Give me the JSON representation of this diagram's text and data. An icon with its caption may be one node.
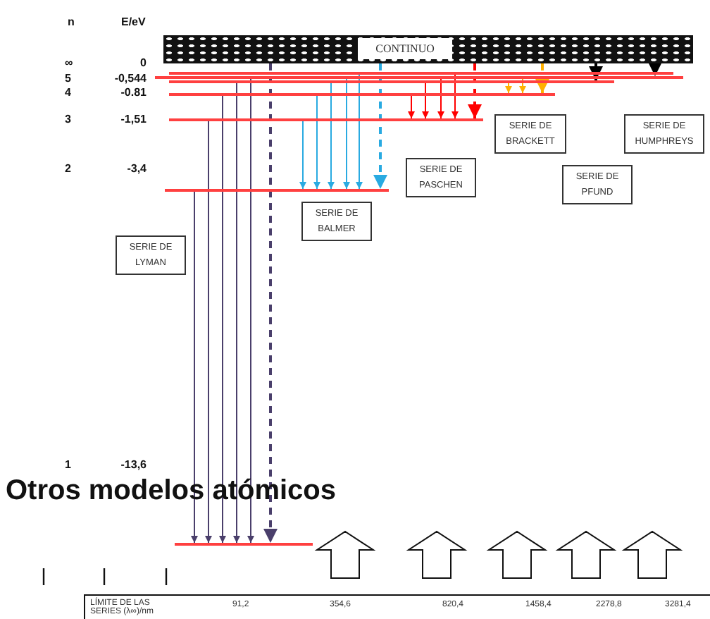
{
  "diagram": {
    "title": "Otros modelos atómicos",
    "nodes": [
      {
        "text": [
          "CONTINUO"
        ]
      },
      {
        "text": [],
        "shape": "bar"
      },
      {
        "text": [],
        "shape": "bar"
      },
      {
        "text": [],
        "shape": "bar"
      },
      {
        "text": [],
        "shape": "bar"
      },
      {
        "text": [],
        "shape": "bar"
      },
      {
        "text": [
          "SERIE DE BRACKETT"
        ]
      },
      {
        "text": [
          "SERIE DE HUMPHREYS"
        ]
      },
      {
        "text": [
          "SERIE DE PASCHEN"
        ]
      },
      {
        "text": [],
        "shape": "bar"
      },
      {
        "text": [
          "SERIE DE PFUND"
        ]
      },
      {
        "text": [
          "SERIE DE BALMER"
        ]
      },
      {
        "text": [
          "SERIE DE LYMAN"
        ]
      },
      {
        "text": [],
        "shape": "bar"
      }
    ],
    "edges": [
      {
        "from": 9,
        "to": 13,
        "arrow": "to",
        "color": "#4a3f6b"
      },
      {
        "from": 5,
        "to": 13,
        "arrow": "to",
        "color": "#4a3f6b"
      },
      {
        "from": 4,
        "to": 13,
        "arrow": "to",
        "color": "#4a3f6b"
      },
      {
        "from": 3,
        "to": 13,
        "arrow": "to",
        "color": "#4a3f6b"
      },
      {
        "from": 2,
        "to": 13,
        "arrow": "to",
        "color": "#4a3f6b"
      },
      {
        "from": 0,
        "to": 13,
        "arrow": "to",
        "style": "dashed",
        "color": "#4a3f6b"
      },
      {
        "from": 5,
        "to": 9,
        "arrow": "to",
        "color": "#29aae1"
      },
      {
        "from": 4,
        "to": 9,
        "arrow": "to",
        "color": "#29aae1"
      },
      {
        "from": 3,
        "to": 9,
        "arrow": "to",
        "color": "#29aae1"
      },
      {
        "from": 2,
        "to": 9,
        "arrow": "to",
        "color": "#29aae1"
      },
      {
        "from": 1,
        "to": 9,
        "arrow": "to",
        "color": "#29aae1"
      },
      {
        "from": 0,
        "to": 9,
        "arrow": "to",
        "style": "dashed",
        "color": "#29aae1"
      },
      {
        "from": 4,
        "to": 5,
        "arrow": "to",
        "color": "#ff0000"
      },
      {
        "from": 3,
        "to": 5,
        "arrow": "to",
        "color": "#ff0000"
      },
      {
        "from": 2,
        "to": 5,
        "arrow": "to",
        "color": "#ff0000"
      },
      {
        "from": 1,
        "to": 5,
        "arrow": "to",
        "color": "#ff0000"
      },
      {
        "from": 0,
        "to": 5,
        "arrow": "to",
        "style": "dashed",
        "color": "#ff0000"
      },
      {
        "from": 3,
        "to": 4,
        "arrow": "to",
        "color": "#ffb000"
      },
      {
        "from": 2,
        "to": 4,
        "arrow": "to",
        "color": "#ffb000"
      },
      {
        "from": 0,
        "to": 4,
        "arrow": "to",
        "style": "dashed",
        "color": "#ffb000"
      },
      {
        "from": 0,
        "to": 3,
        "arrow": "to",
        "style": "dashed",
        "color": "#000000"
      },
      {
        "from": 0,
        "to": 2,
        "arrow": "to",
        "style": "dashed",
        "color": "#000000"
      }
    ],
    "labels": [
      "n",
      "E/eV",
      "∞",
      "0",
      "5",
      "-0,544",
      "4",
      "-0.81",
      "3",
      "-1,51",
      "2",
      "-3,4",
      "1",
      "-13,6",
      "LÍMITE DE LAS SERIES (λ∞)/nm",
      "91,2",
      "354,6",
      "820,4",
      "1458,4",
      "2278,8",
      "3281,4"
    ]
  }
}
